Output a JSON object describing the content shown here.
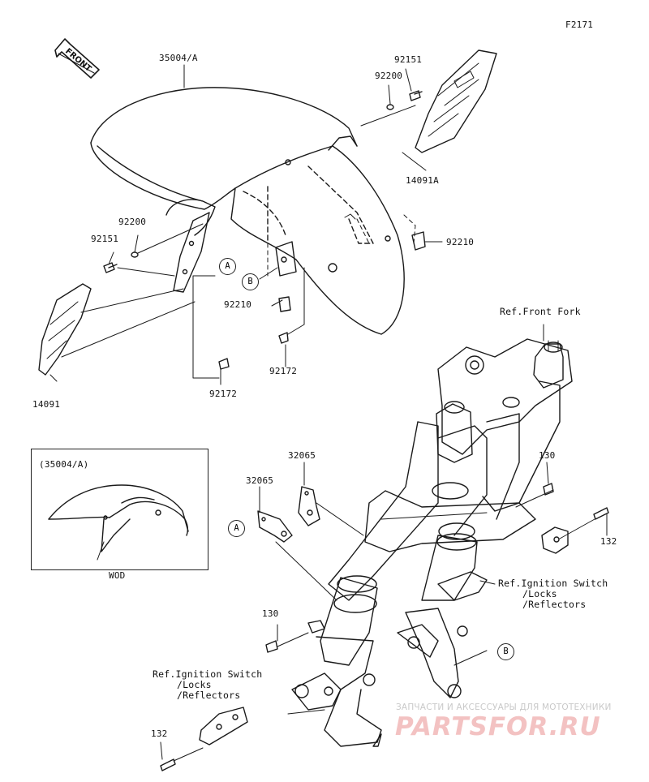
{
  "figure_code": "F2171",
  "front_arrow_text": "FRONT",
  "parts": {
    "fender": "35004/A",
    "bolt_92151_right": "92151",
    "washer_92200_right": "92200",
    "cover_right": "14091A",
    "nut_92210_right": "92210",
    "washer_92200_left": "92200",
    "bolt_92151_left": "92151",
    "nut_92210_center": "92210",
    "bolt_92172_center": "92172",
    "cover_left": "14091",
    "bolt_92172_left": "92172",
    "bracket_32065_upper": "32065",
    "bracket_32065_lower": "32065",
    "bolt_130_right": "130",
    "bolt_132_right": "132",
    "bolt_130_left": "130",
    "bolt_132_left": "132"
  },
  "circles": {
    "a_upper": "A",
    "b_upper": "B",
    "a_lower": "A",
    "b_lower": "B"
  },
  "refs": {
    "front_fork": "Ref.Front Fork",
    "ignition_right": [
      "Ref.Ignition Switch",
      "/Locks",
      "/Reflectors"
    ],
    "ignition_left": [
      "Ref.Ignition Switch",
      "/Locks",
      "/Reflectors"
    ]
  },
  "inset": {
    "title": "(35004/A)",
    "caption": "WOD"
  },
  "watermark": {
    "top": "ЗАПЧАСТИ И АКСЕССУАРЫ ДЛЯ МОТОТЕХНИКИ",
    "logo": "PARTSFOR.RU"
  }
}
